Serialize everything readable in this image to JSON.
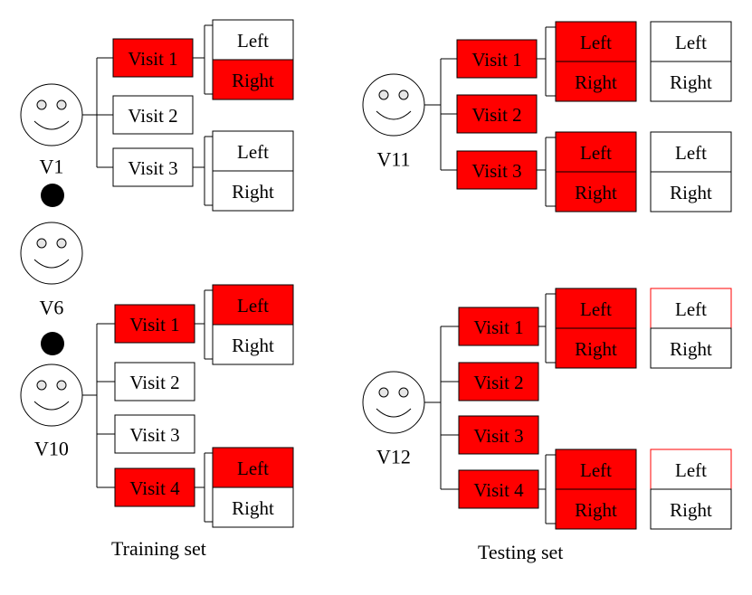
{
  "colors": {
    "highlight": "#ff0000",
    "plain": "#ffffff",
    "stroke": "#000000",
    "eye": "#e6e6e6"
  },
  "icons": {
    "person": "smiley-face-icon",
    "ellipsis": "black-dot-icon"
  },
  "captions": {
    "training": "Training set",
    "testing": "Testing set"
  },
  "subjects": [
    {
      "label": "V1",
      "visits": [
        {
          "label": "Visit 1",
          "highlight": true,
          "eyes": [
            {
              "label": "Left",
              "highlight": false
            },
            {
              "label": "Right",
              "highlight": true
            }
          ]
        },
        {
          "label": "Visit 2",
          "highlight": false,
          "eyes": []
        },
        {
          "label": "Visit 3",
          "highlight": false,
          "eyes": [
            {
              "label": "Left",
              "highlight": false
            },
            {
              "label": "Right",
              "highlight": false
            }
          ]
        }
      ]
    },
    {
      "label": "V6",
      "visits": []
    },
    {
      "label": "V10",
      "visits": [
        {
          "label": "Visit 1",
          "highlight": true,
          "eyes": [
            {
              "label": "Left",
              "highlight": true
            },
            {
              "label": "Right",
              "highlight": false
            }
          ]
        },
        {
          "label": "Visit 2",
          "highlight": false,
          "eyes": []
        },
        {
          "label": "Visit 3",
          "highlight": false,
          "eyes": []
        },
        {
          "label": "Visit 4",
          "highlight": true,
          "eyes": [
            {
              "label": "Left",
              "highlight": true
            },
            {
              "label": "Right",
              "highlight": false
            }
          ]
        }
      ]
    },
    {
      "label": "V11",
      "visits": [
        {
          "label": "Visit 1",
          "highlight": true,
          "eyes": [
            {
              "label": "Left",
              "highlight": true
            },
            {
              "label": "Right",
              "highlight": true
            }
          ],
          "result": [
            "Left",
            "Right"
          ]
        },
        {
          "label": "Visit 2",
          "highlight": true,
          "eyes": []
        },
        {
          "label": "Visit 3",
          "highlight": true,
          "eyes": [
            {
              "label": "Left",
              "highlight": true
            },
            {
              "label": "Right",
              "highlight": true
            }
          ],
          "result": [
            "Left",
            "Right"
          ]
        }
      ]
    },
    {
      "label": "V12",
      "visits": [
        {
          "label": "Visit 1",
          "highlight": true,
          "eyes": [
            {
              "label": "Left",
              "highlight": true
            },
            {
              "label": "Right",
              "highlight": true
            }
          ],
          "result": [
            "Left",
            "Right"
          ]
        },
        {
          "label": "Visit 2",
          "highlight": true,
          "eyes": []
        },
        {
          "label": "Visit 3",
          "highlight": true,
          "eyes": []
        },
        {
          "label": "Visit 4",
          "highlight": true,
          "eyes": [
            {
              "label": "Left",
              "highlight": true
            },
            {
              "label": "Right",
              "highlight": true
            }
          ],
          "result": [
            "Left",
            "Right"
          ]
        }
      ]
    }
  ]
}
